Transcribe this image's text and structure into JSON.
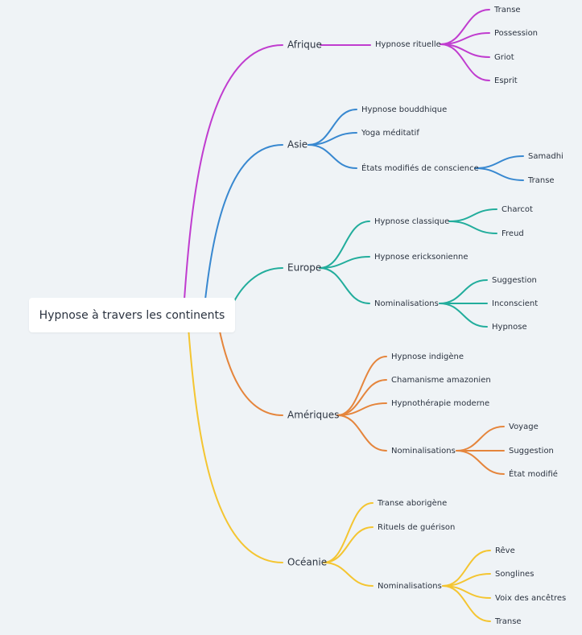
{
  "root": {
    "label": "Hypnose à travers les continents"
  },
  "branches": [
    {
      "label": "Afrique",
      "color": "#c03ccf",
      "children": [
        {
          "label": "Hypnose rituelle",
          "children": [
            {
              "label": "Transe"
            },
            {
              "label": "Possession"
            },
            {
              "label": "Griot"
            },
            {
              "label": "Esprit"
            }
          ]
        }
      ]
    },
    {
      "label": "Asie",
      "color": "#3888d0",
      "children": [
        {
          "label": "Hypnose bouddhique"
        },
        {
          "label": "Yoga méditatif"
        },
        {
          "label": "États modifiés de conscience",
          "children": [
            {
              "label": "Samadhi"
            },
            {
              "label": "Transe"
            }
          ]
        }
      ]
    },
    {
      "label": "Europe",
      "color": "#22ad9c",
      "children": [
        {
          "label": "Hypnose classique",
          "children": [
            {
              "label": "Charcot"
            },
            {
              "label": "Freud"
            }
          ]
        },
        {
          "label": "Hypnose ericksonienne"
        },
        {
          "label": "Nominalisations",
          "children": [
            {
              "label": "Suggestion"
            },
            {
              "label": "Inconscient"
            },
            {
              "label": "Hypnose"
            }
          ]
        }
      ]
    },
    {
      "label": "Amériques",
      "color": "#e5853c",
      "children": [
        {
          "label": "Hypnose indigène"
        },
        {
          "label": "Chamanisme amazonien"
        },
        {
          "label": "Hypnothérapie moderne"
        },
        {
          "label": "Nominalisations",
          "children": [
            {
              "label": "Voyage"
            },
            {
              "label": "Suggestion"
            },
            {
              "label": "État modifié"
            }
          ]
        }
      ]
    },
    {
      "label": "Océanie",
      "color": "#f4c531",
      "children": [
        {
          "label": "Transe aborigène"
        },
        {
          "label": "Rituels de guérison"
        },
        {
          "label": "Nominalisations",
          "children": [
            {
              "label": "Rêve"
            },
            {
              "label": "Songlines"
            },
            {
              "label": "Voix des ancêtres"
            },
            {
              "label": "Transe"
            }
          ]
        }
      ]
    }
  ]
}
